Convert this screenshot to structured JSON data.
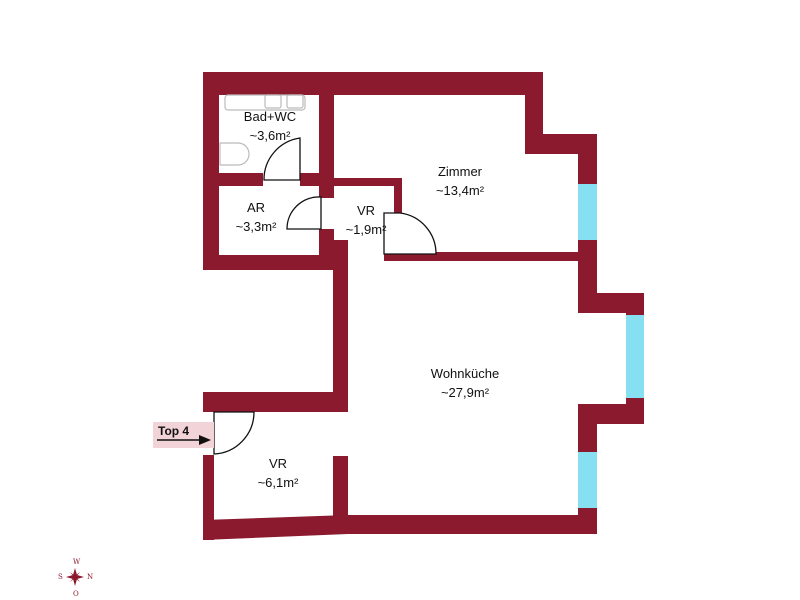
{
  "colors": {
    "wall": "#8b1a2e",
    "window": "#87dff2",
    "entrance_tag_bg": "#f2d3d8",
    "fixture": "#bbbbbb"
  },
  "rooms": [
    {
      "id": "bad-wc",
      "name": "Bad+WC",
      "area": "~3,6m²"
    },
    {
      "id": "zimmer",
      "name": "Zimmer",
      "area": "~13,4m²"
    },
    {
      "id": "ar",
      "name": "AR",
      "area": "~3,3m²"
    },
    {
      "id": "vr-small",
      "name": "VR",
      "area": "~1,9m²"
    },
    {
      "id": "wohnkueche",
      "name": "Wohnküche",
      "area": "~27,9m²"
    },
    {
      "id": "vr-entry",
      "name": "VR",
      "area": "~6,1m²"
    }
  ],
  "entrance": {
    "label": "Top 4",
    "icon": "arrow-right-icon"
  },
  "compass": {
    "icon": "compass-rose-icon",
    "north": "N",
    "south": "S",
    "west": "W",
    "east": "O"
  }
}
